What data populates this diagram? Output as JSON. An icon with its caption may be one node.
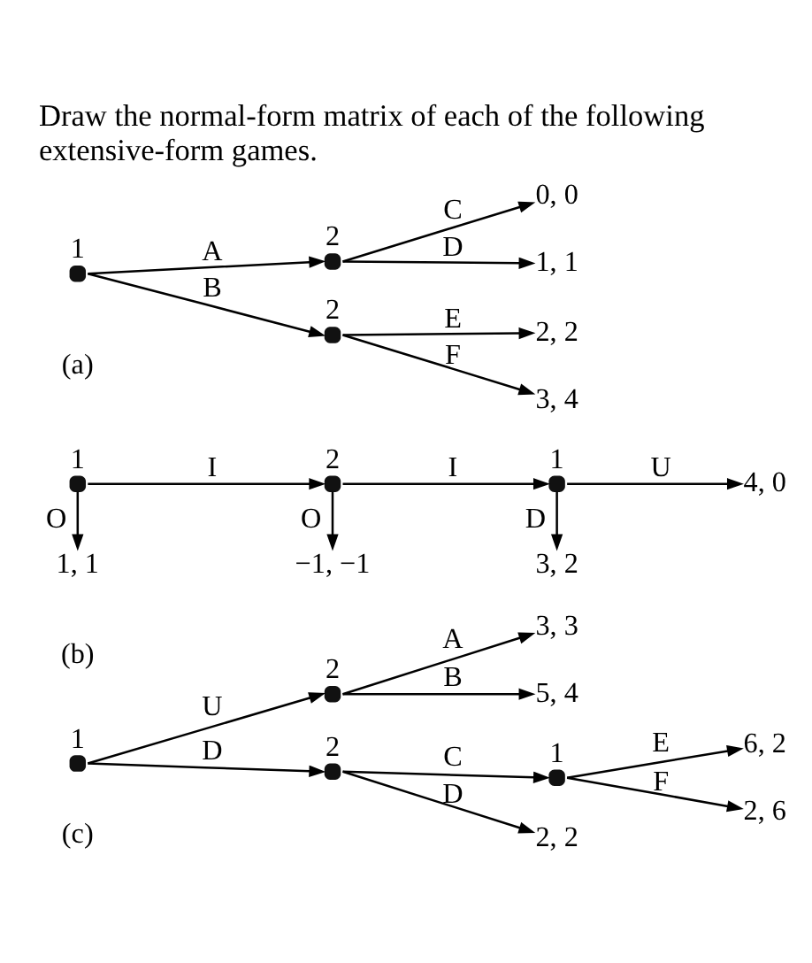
{
  "diagram": {
    "title": "Draw the normal-form matrix of each of the following extensive-form games.",
    "nodes": [
      {
        "text": [],
        "shape": "circle",
        "beside": [
          "1"
        ]
      },
      {
        "text": [],
        "shape": "circle",
        "beside": [
          "2"
        ]
      },
      {
        "text": [],
        "shape": "circle",
        "beside": [
          "2"
        ]
      },
      {
        "text": [
          "0, 0"
        ]
      },
      {
        "text": [
          "1, 1"
        ]
      },
      {
        "text": [
          "2, 2"
        ]
      },
      {
        "text": [
          "3, 4"
        ]
      },
      {
        "text": [],
        "shape": "circle",
        "beside": [
          "1"
        ]
      },
      {
        "text": [],
        "shape": "circle",
        "beside": [
          "2"
        ]
      },
      {
        "text": [],
        "shape": "circle",
        "beside": [
          "1"
        ]
      },
      {
        "text": [
          "4, 0"
        ]
      },
      {
        "text": [
          "1, 1"
        ]
      },
      {
        "text": [
          "−1, −1"
        ]
      },
      {
        "text": [
          "3, 2"
        ]
      },
      {
        "text": [],
        "shape": "circle",
        "beside": [
          "1"
        ]
      },
      {
        "text": [],
        "shape": "circle",
        "beside": [
          "2"
        ]
      },
      {
        "text": [
          "3, 3"
        ]
      },
      {
        "text": [
          "5, 4"
        ]
      },
      {
        "text": [],
        "shape": "circle",
        "beside": [
          "2"
        ]
      },
      {
        "text": [],
        "shape": "circle",
        "beside": [
          "1"
        ]
      },
      {
        "text": [
          "6, 2"
        ]
      },
      {
        "text": [
          "2, 6"
        ]
      },
      {
        "text": [
          "2, 2"
        ]
      }
    ],
    "edges": [
      {
        "from": 0,
        "to": 1,
        "arrow": "to",
        "label": "A"
      },
      {
        "from": 0,
        "to": 2,
        "arrow": "to",
        "label": "B"
      },
      {
        "from": 1,
        "to": 3,
        "arrow": "to",
        "label": "C"
      },
      {
        "from": 1,
        "to": 4,
        "arrow": "to",
        "label": "D"
      },
      {
        "from": 2,
        "to": 5,
        "arrow": "to",
        "label": "E"
      },
      {
        "from": 2,
        "to": 6,
        "arrow": "to",
        "label": "F"
      },
      {
        "from": 7,
        "to": 8,
        "arrow": "to",
        "label": "I"
      },
      {
        "from": 8,
        "to": 9,
        "arrow": "to",
        "label": "I"
      },
      {
        "from": 9,
        "to": 10,
        "arrow": "to",
        "label": "U"
      },
      {
        "from": 7,
        "to": 11,
        "arrow": "to",
        "label": "O"
      },
      {
        "from": 8,
        "to": 12,
        "arrow": "to",
        "label": "O"
      },
      {
        "from": 9,
        "to": 13,
        "arrow": "to",
        "label": "D"
      },
      {
        "from": 14,
        "to": 15,
        "arrow": "to",
        "label": "U"
      },
      {
        "from": 14,
        "to": 18,
        "arrow": "to",
        "label": "D"
      },
      {
        "from": 15,
        "to": 16,
        "arrow": "to",
        "label": "A"
      },
      {
        "from": 15,
        "to": 17,
        "arrow": "to",
        "label": "B"
      },
      {
        "from": 18,
        "to": 19,
        "arrow": "to",
        "label": "C"
      },
      {
        "from": 18,
        "to": 22,
        "arrow": "to",
        "label": "D"
      },
      {
        "from": 19,
        "to": 20,
        "arrow": "to",
        "label": "E"
      },
      {
        "from": 19,
        "to": 21,
        "arrow": "to",
        "label": "F"
      }
    ],
    "labels": [
      "(a)",
      "(b)",
      "(c)"
    ]
  }
}
